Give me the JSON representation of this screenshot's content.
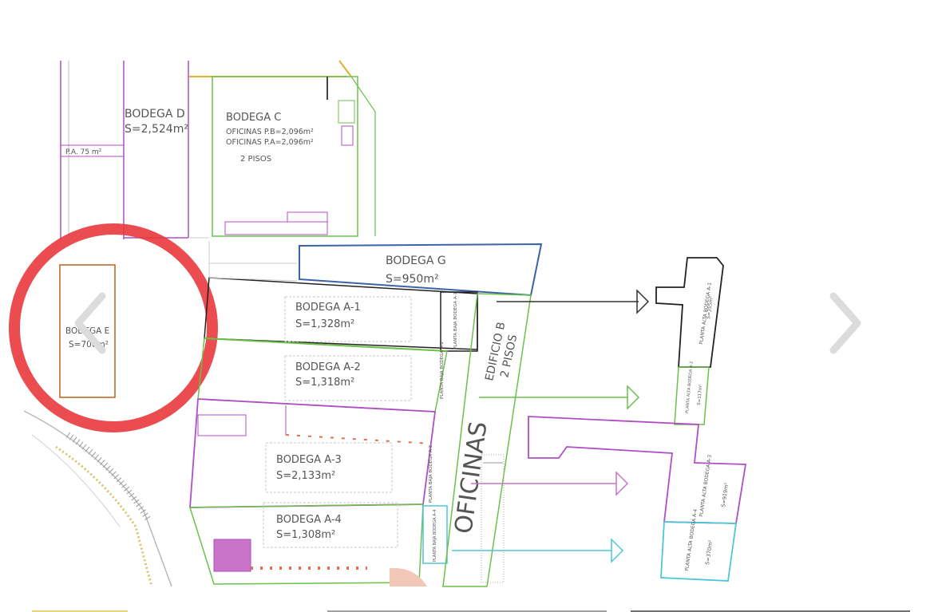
{
  "plan": {
    "bodega_d": {
      "name": "BODEGA D",
      "area": "S=2,524m²"
    },
    "bodega_c": {
      "name": "BODEGA C",
      "line1": "OFICINAS P.B=2,096m²",
      "line2": "OFICINAS P.A=2,096m²",
      "floors": "2 PISOS"
    },
    "pa_label": "P.A. 75 m²",
    "bodega_g": {
      "name": "BODEGA G",
      "area": "S=950m²"
    },
    "bodega_e": {
      "name": "BODEGA E",
      "area": "S=700m²"
    },
    "bodega_a1": {
      "name": "BODEGA A-1",
      "area": "S=1,328m²"
    },
    "bodega_a2": {
      "name": "BODEGA A-2",
      "area": "S=1,318m²"
    },
    "bodega_a3": {
      "name": "BODEGA A-3",
      "area": "S=2,133m²"
    },
    "bodega_a4": {
      "name": "BODEGA A-4",
      "area": "S=1,308m²"
    },
    "edificio_b": {
      "name": "EDIFICIO B",
      "floors": "2 PISOS"
    },
    "oficinas": "OFICINAS",
    "pb_a1": "PLANTA BAJA BODEGA A-1",
    "pb_a2": "PLANTA BAJA BODEGA A-2",
    "pb_a3": "PLANTA BAJA BODEGA A-3",
    "pb_a4": "PLANTA BAJA BODEGA A-4",
    "pa_a1": {
      "name": "PLANTA ALTA BODEGA A-1",
      "area": "S=355m²"
    },
    "pa_a2": {
      "name": "PLANTA ALTA BODEGA A-2",
      "area": "S=117m²"
    },
    "pa_a3": {
      "name": "PLANTA ALTA BODEGA A-3",
      "area": "S=919m²"
    },
    "pa_a4": {
      "name": "PLANTA ALTA BODEGA A-4",
      "area": "S=370m²"
    }
  },
  "controls": {
    "prev_icon": "chevron-left-icon",
    "next_icon": "chevron-right-icon"
  },
  "colors": {
    "highlight_circle": "#e8383d",
    "bodega_g_outline": "#3b64a8",
    "bodega_e_outline": "#b5651d",
    "green_lines": "#6cc04a",
    "purple_lines": "#b04fc4",
    "cyan_lines": "#4cc7d6",
    "chevron": "#dcdcdc"
  }
}
